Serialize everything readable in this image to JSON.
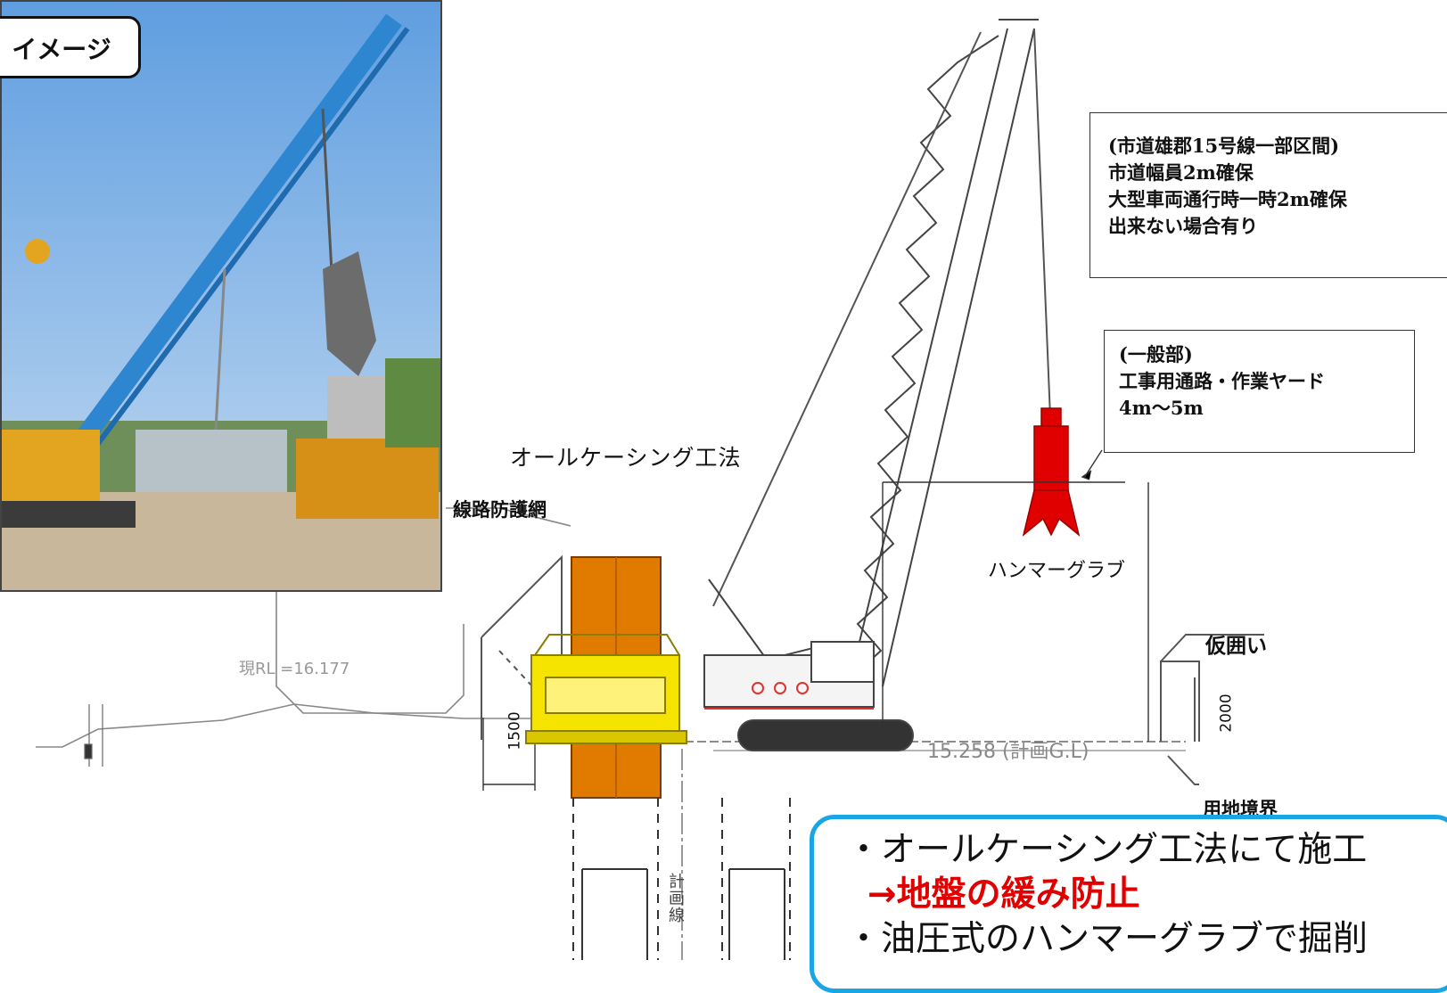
{
  "photo": {
    "tag": "イメージ",
    "colors": {
      "sky": "#7fb3e8",
      "crane": "#2f86d0",
      "machine": "#e3a41f",
      "ground": "#c8b79a"
    }
  },
  "labels": {
    "method": "オールケーシング工法",
    "track_guard_net": "線路防護網",
    "hammer_grab": "ハンマーグラブ",
    "temporary_fence": "仮囲い",
    "site_boundary": "用地境界",
    "existing_rl": "現RL =16.177",
    "plan_gl": "15.258 (計画G.L)",
    "dim_casing": "1500",
    "dim_fence": "2000",
    "plan_line": "計画線"
  },
  "notes": {
    "city_road": [
      "(市道雄郡15号線一部区間)",
      "市道幅員2m確保",
      "大型車両通行時一時2m確保",
      "出来ない場合有り"
    ],
    "general": [
      "(一般部)",
      "工事用通路・作業ヤード",
      "4m～5m"
    ]
  },
  "summary": {
    "line1": "・オールケーシング工法にて施工",
    "line2": "→地盤の緩み防止",
    "line3": "・油圧式のハンマーグラブで掘削"
  },
  "colors": {
    "casing": "#e07b00",
    "machine": "#f5e400",
    "grab": "#e00000",
    "summary_border": "#1aa6e6",
    "emphasis": "#e00000"
  }
}
